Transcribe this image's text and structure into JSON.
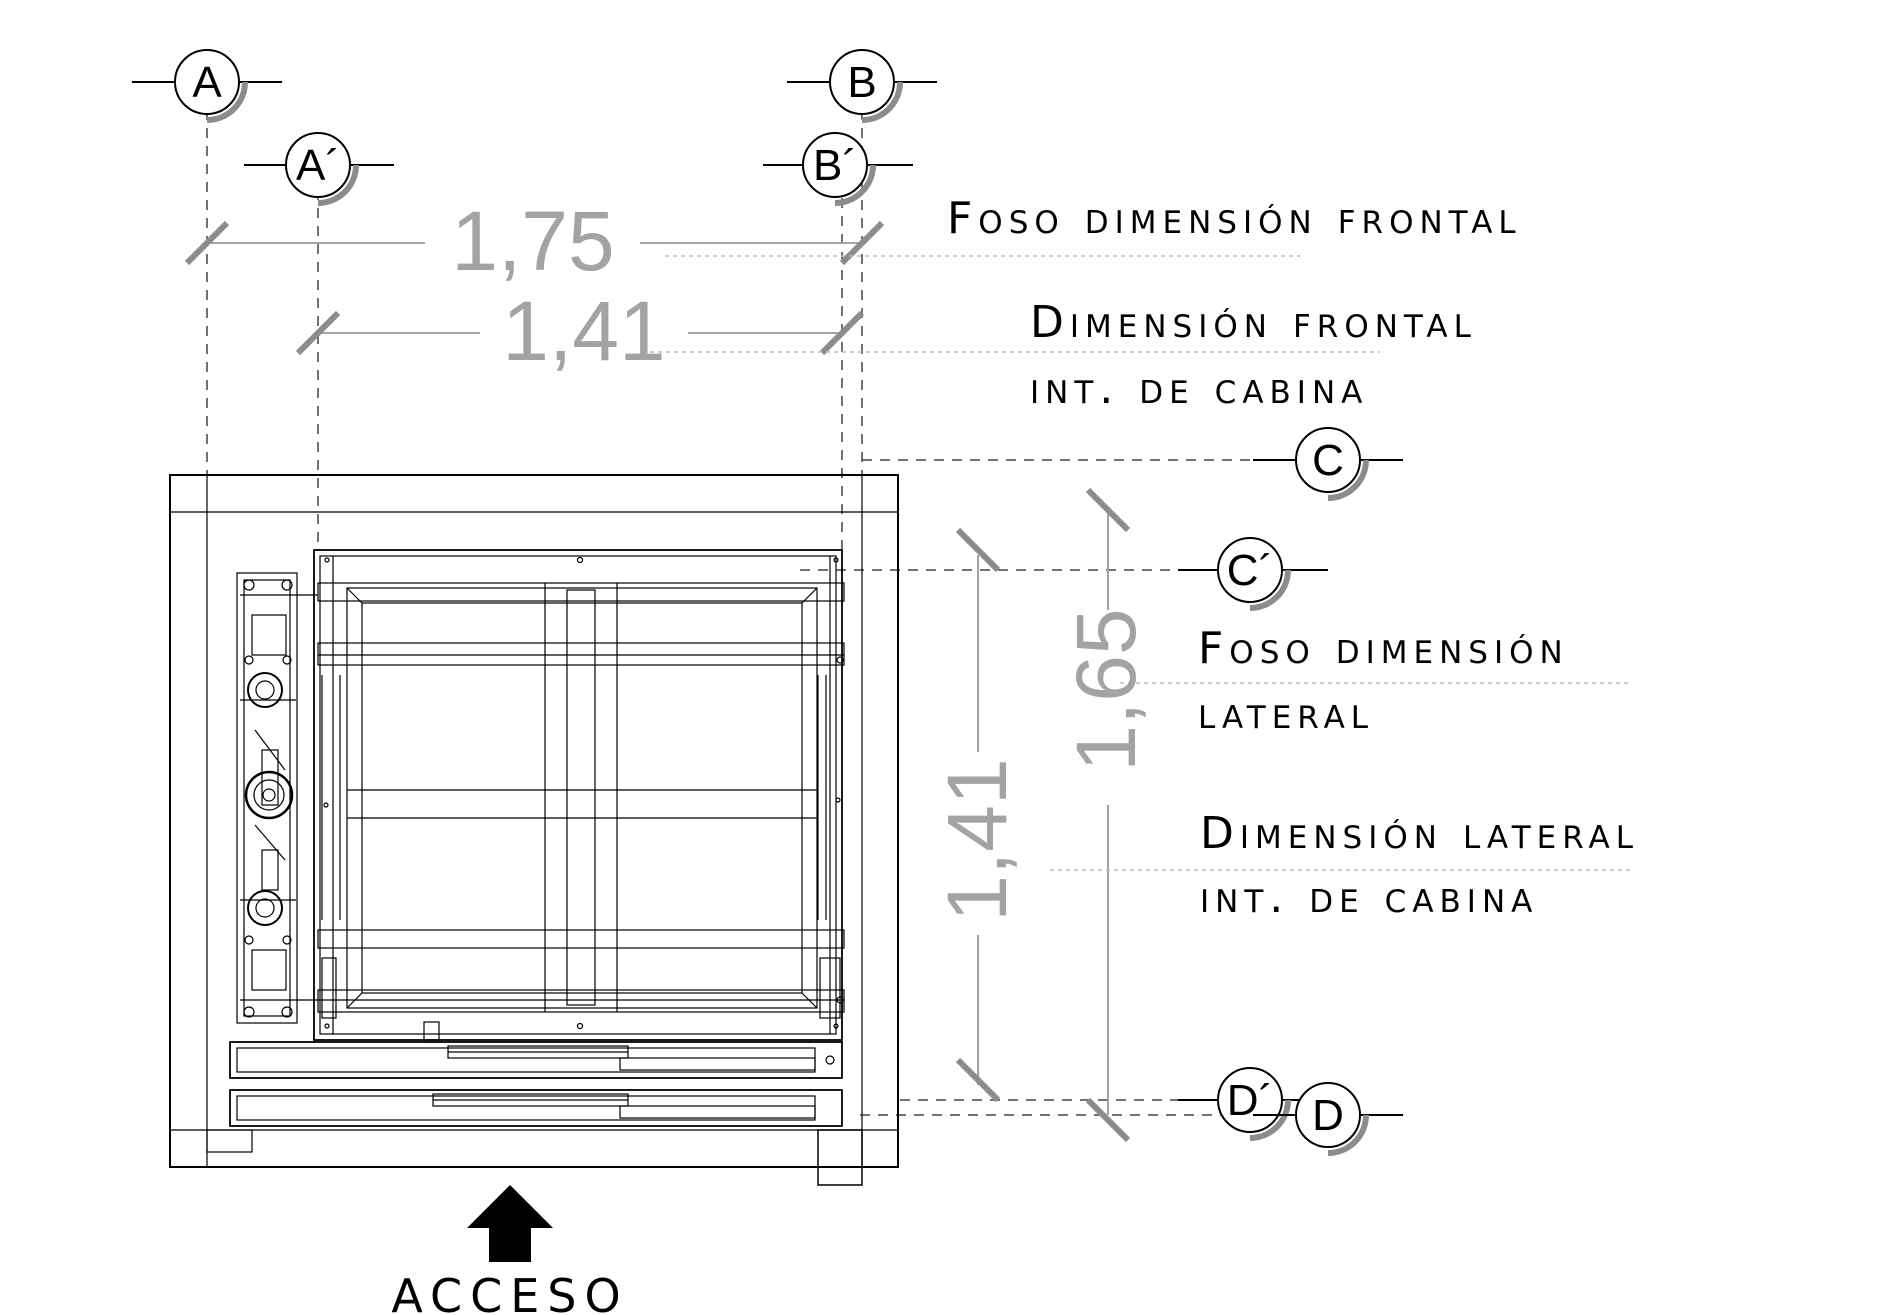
{
  "axes": {
    "a": "A",
    "a_prime": "A´",
    "b": "B",
    "b_prime": "B´",
    "c": "C",
    "c_prime": "C´",
    "d": "D",
    "d_prime": "D´"
  },
  "dimensions": {
    "foso_frontal": "1,75",
    "cabina_frontal": "1,41",
    "foso_lateral": "1,65",
    "cabina_lateral": "1,41"
  },
  "labels": {
    "foso_frontal": "Foso dimensión frontal",
    "cabina_frontal_line1": "Dimensión frontal",
    "cabina_frontal_line2": "int. de cabina",
    "foso_lateral_line1": "Foso dimensión",
    "foso_lateral_line2": "lateral",
    "cabina_lateral_line1": "Dimensión lateral",
    "cabina_lateral_line2": "int. de cabina"
  },
  "access": {
    "label": "ACCESO"
  },
  "colors": {
    "line": "#000000",
    "dimension": "#a3a3a3",
    "bubble_shadow": "#8c8c8c"
  }
}
